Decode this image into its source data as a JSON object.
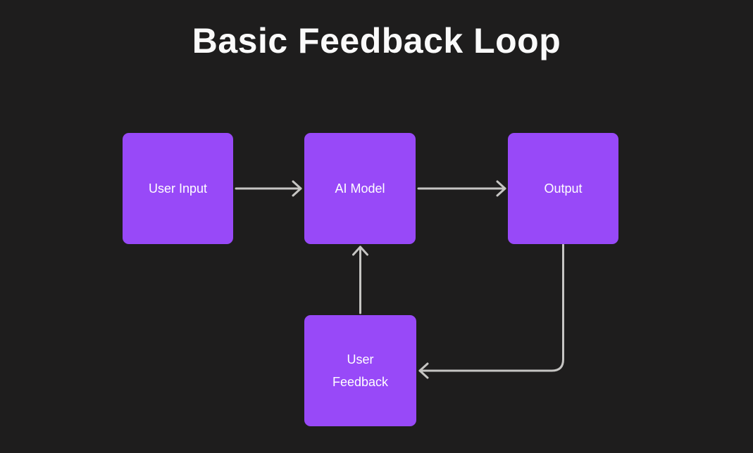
{
  "title": "Basic Feedback Loop",
  "theme": {
    "bg_color": "#1e1d1d",
    "title_color": "#fafafa",
    "node_fill": "#9849f8",
    "node_text_color": "#ffffff",
    "connector_color": "#c6c5c3"
  },
  "diagram": {
    "nodes": [
      {
        "id": "user-input",
        "label": "User Input"
      },
      {
        "id": "ai-model",
        "label": "AI Model"
      },
      {
        "id": "output",
        "label": "Output"
      },
      {
        "id": "user-feedback",
        "label": "User Feedback"
      }
    ],
    "edges": [
      {
        "from": "user-input",
        "to": "ai-model",
        "direction": "right"
      },
      {
        "from": "ai-model",
        "to": "output",
        "direction": "right"
      },
      {
        "from": "user-feedback",
        "to": "ai-model",
        "direction": "up"
      },
      {
        "from": "output",
        "to": "user-feedback",
        "direction": "down-then-left"
      }
    ]
  }
}
